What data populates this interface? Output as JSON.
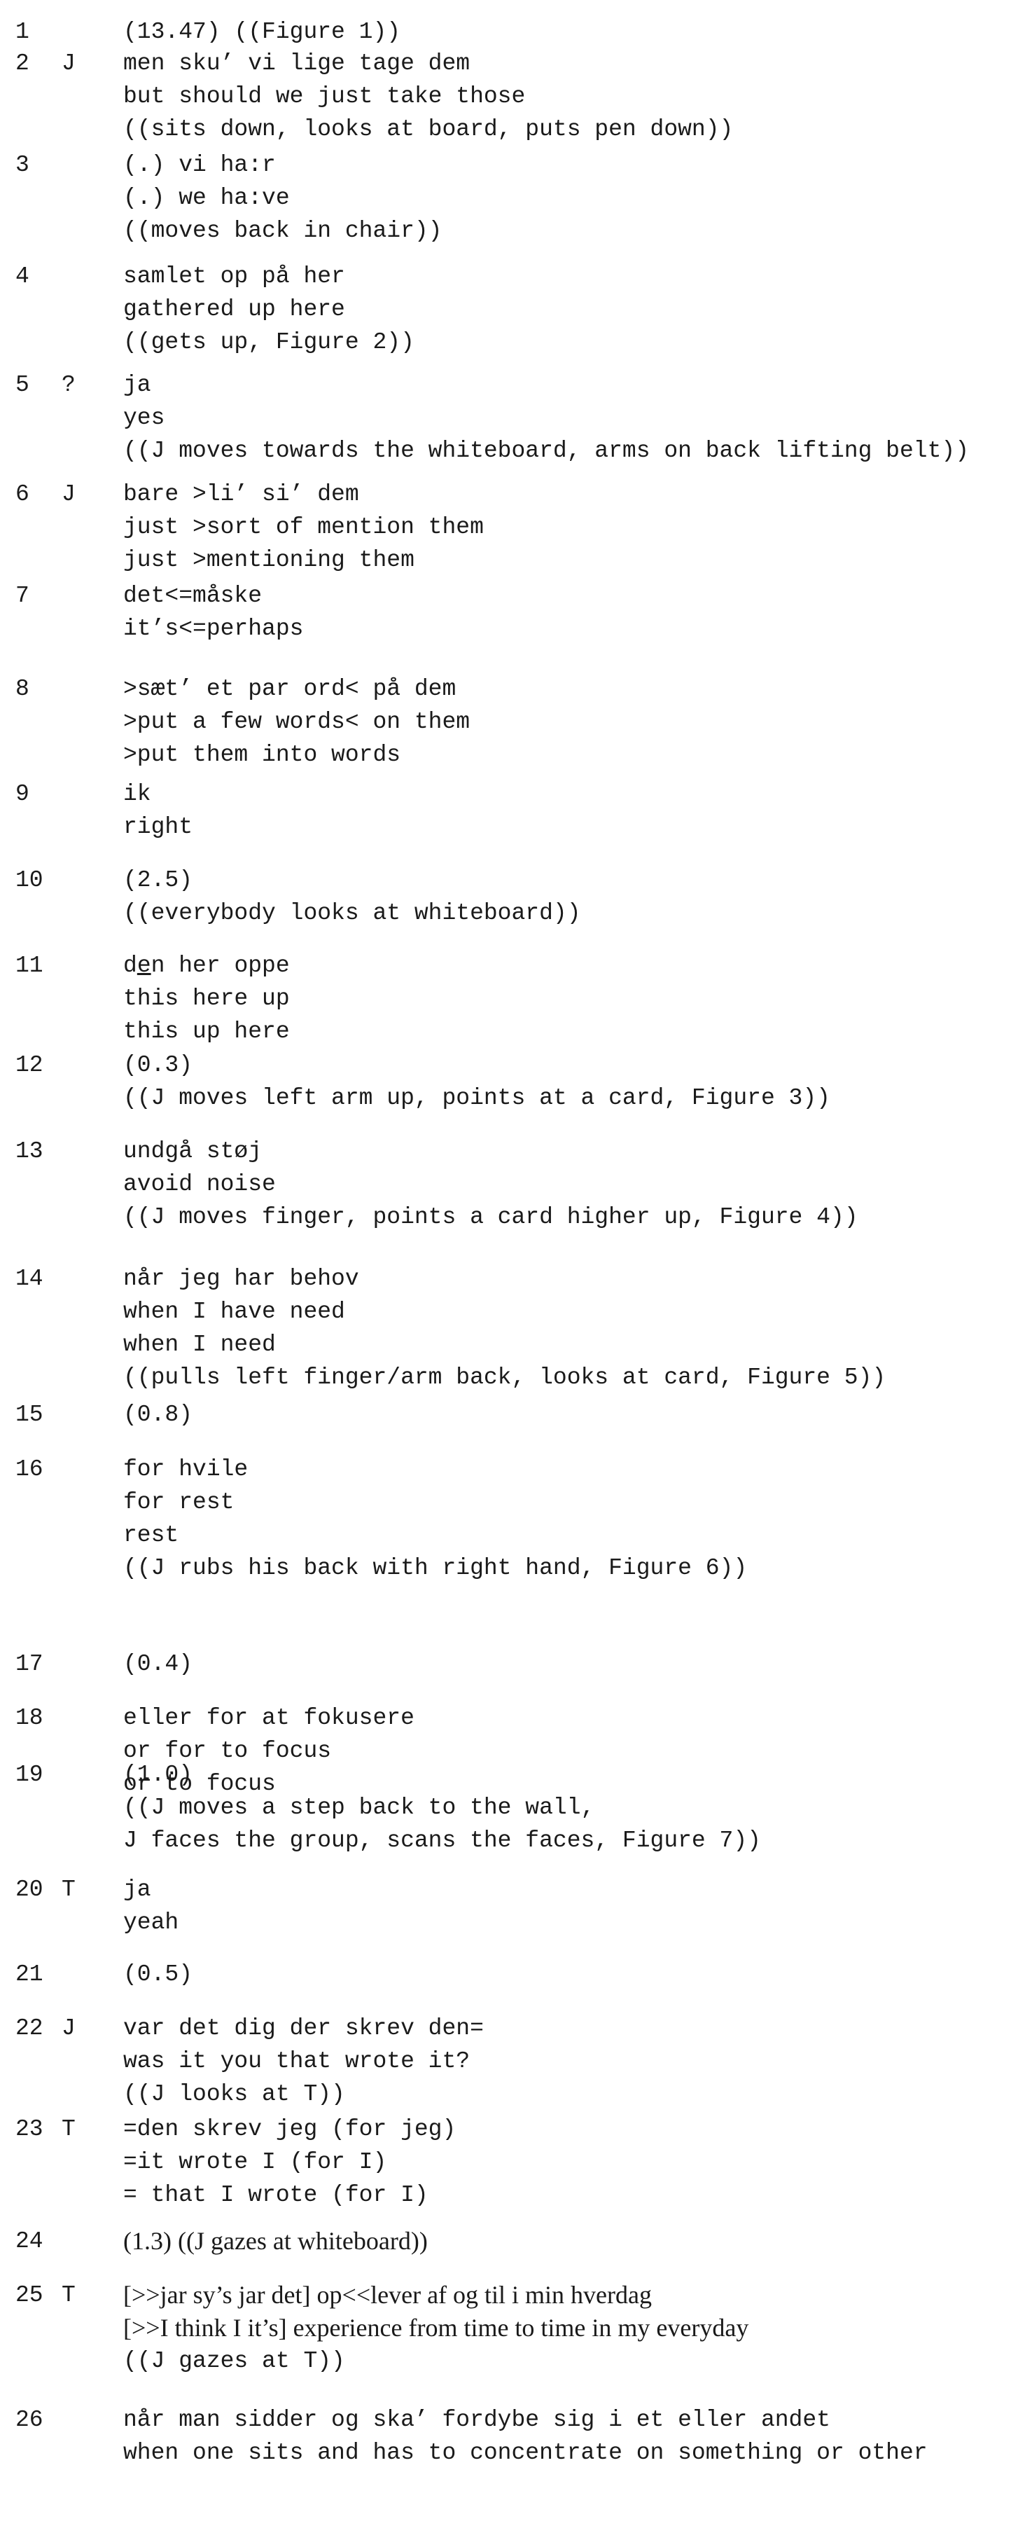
{
  "turns": [
    {
      "num": "1",
      "speaker": "",
      "lines": [
        "(13.47) ((Figure 1))"
      ]
    },
    {
      "num": "2",
      "speaker": "J",
      "lines": [
        "men sku’ vi lige tage dem",
        "but should we just take those",
        "((sits down, looks at board, puts pen down))"
      ]
    },
    {
      "num": "3",
      "speaker": "",
      "lines": [
        "(.) vi ha:r",
        "(.) we ha:ve",
        "((moves back in chair))"
      ]
    },
    {
      "num": "4",
      "speaker": "",
      "lines": [
        "samlet op på her",
        "gathered up here",
        "((gets up, Figure 2))"
      ]
    },
    {
      "num": "5",
      "speaker": "?",
      "lines": [
        "ja",
        "yes",
        "((J moves towards the whiteboard, arms on back lifting belt))"
      ]
    },
    {
      "num": "6",
      "speaker": "J",
      "lines": [
        "bare >li’ si’ dem",
        "just >sort of mention them",
        "just >mentioning them"
      ]
    },
    {
      "num": "7",
      "speaker": "",
      "lines": [
        "det<=måske",
        "it’s<=perhaps"
      ]
    },
    {
      "num": "8",
      "speaker": "",
      "lines": [
        ">sæt’ et par ord< på dem",
        ">put a few words< on them",
        ">put them into words"
      ]
    },
    {
      "num": "9",
      "speaker": "",
      "lines": [
        "ik",
        "right"
      ]
    },
    {
      "num": "10",
      "speaker": "",
      "lines": [
        "(2.5)",
        "((everybody looks at whiteboard))"
      ]
    },
    {
      "num": "11",
      "speaker": "",
      "lines": [
        "den her oppe",
        "this here up",
        "this up here"
      ]
    },
    {
      "num": "12",
      "speaker": "",
      "lines": [
        "(0.3)",
        "((J moves left arm up, points at a card, Figure 3))"
      ]
    },
    {
      "num": "13",
      "speaker": "",
      "lines": [
        "undgå støj",
        "avoid noise",
        "((J moves finger, points a card higher up, Figure 4))"
      ]
    },
    {
      "num": "14",
      "speaker": "",
      "lines": [
        "når jeg har behov",
        "when I have need",
        "when I need",
        "((pulls left finger/arm back, looks at card, Figure 5))"
      ]
    },
    {
      "num": "15",
      "speaker": "",
      "lines": [
        "(0.8)"
      ]
    },
    {
      "num": "16",
      "speaker": "",
      "lines": [
        "for hvile",
        "for rest",
        "rest",
        "((J rubs his back with right hand, Figure 6))"
      ]
    },
    {
      "num": "17",
      "speaker": "",
      "lines": [
        "(0.4)"
      ]
    },
    {
      "num": "18",
      "speaker": "",
      "lines": [
        "eller for at fokusere",
        "or for to focus",
        "or to focus"
      ]
    },
    {
      "num": "19",
      "speaker": "",
      "lines": [
        "(1.0)",
        "((J moves a step back to the wall,",
        "J faces the group, scans the faces, Figure 7))"
      ]
    },
    {
      "num": "20",
      "speaker": "T",
      "lines": [
        "ja",
        "yeah"
      ]
    },
    {
      "num": "21",
      "speaker": "",
      "lines": [
        "(0.5)"
      ]
    },
    {
      "num": "22",
      "speaker": "J",
      "lines": [
        "var det dig der skrev den=",
        "was it you that wrote it?",
        "((J looks at T))"
      ]
    },
    {
      "num": "23",
      "speaker": "T",
      "lines": [
        "=den skrev jeg (for jeg)",
        "=it wrote I (for I)",
        "= that I wrote (for I)"
      ]
    },
    {
      "num": "24",
      "speaker": "",
      "lines": [
        "(1.3) ((J gazes at whiteboard))"
      ]
    },
    {
      "num": "25",
      "speaker": "T",
      "lines": [
        "[>>jar sy’s jar det] op<<lever af og til i min hverdag",
        "[>>I think I it’s] experience from time to time in my everyday",
        "((J gazes at T))"
      ]
    },
    {
      "num": "26",
      "speaker": "",
      "lines": [
        "når man sidder og ska’ fordybe sig i et eller andet",
        "when one sits and has to concentrate on something or other"
      ]
    }
  ]
}
